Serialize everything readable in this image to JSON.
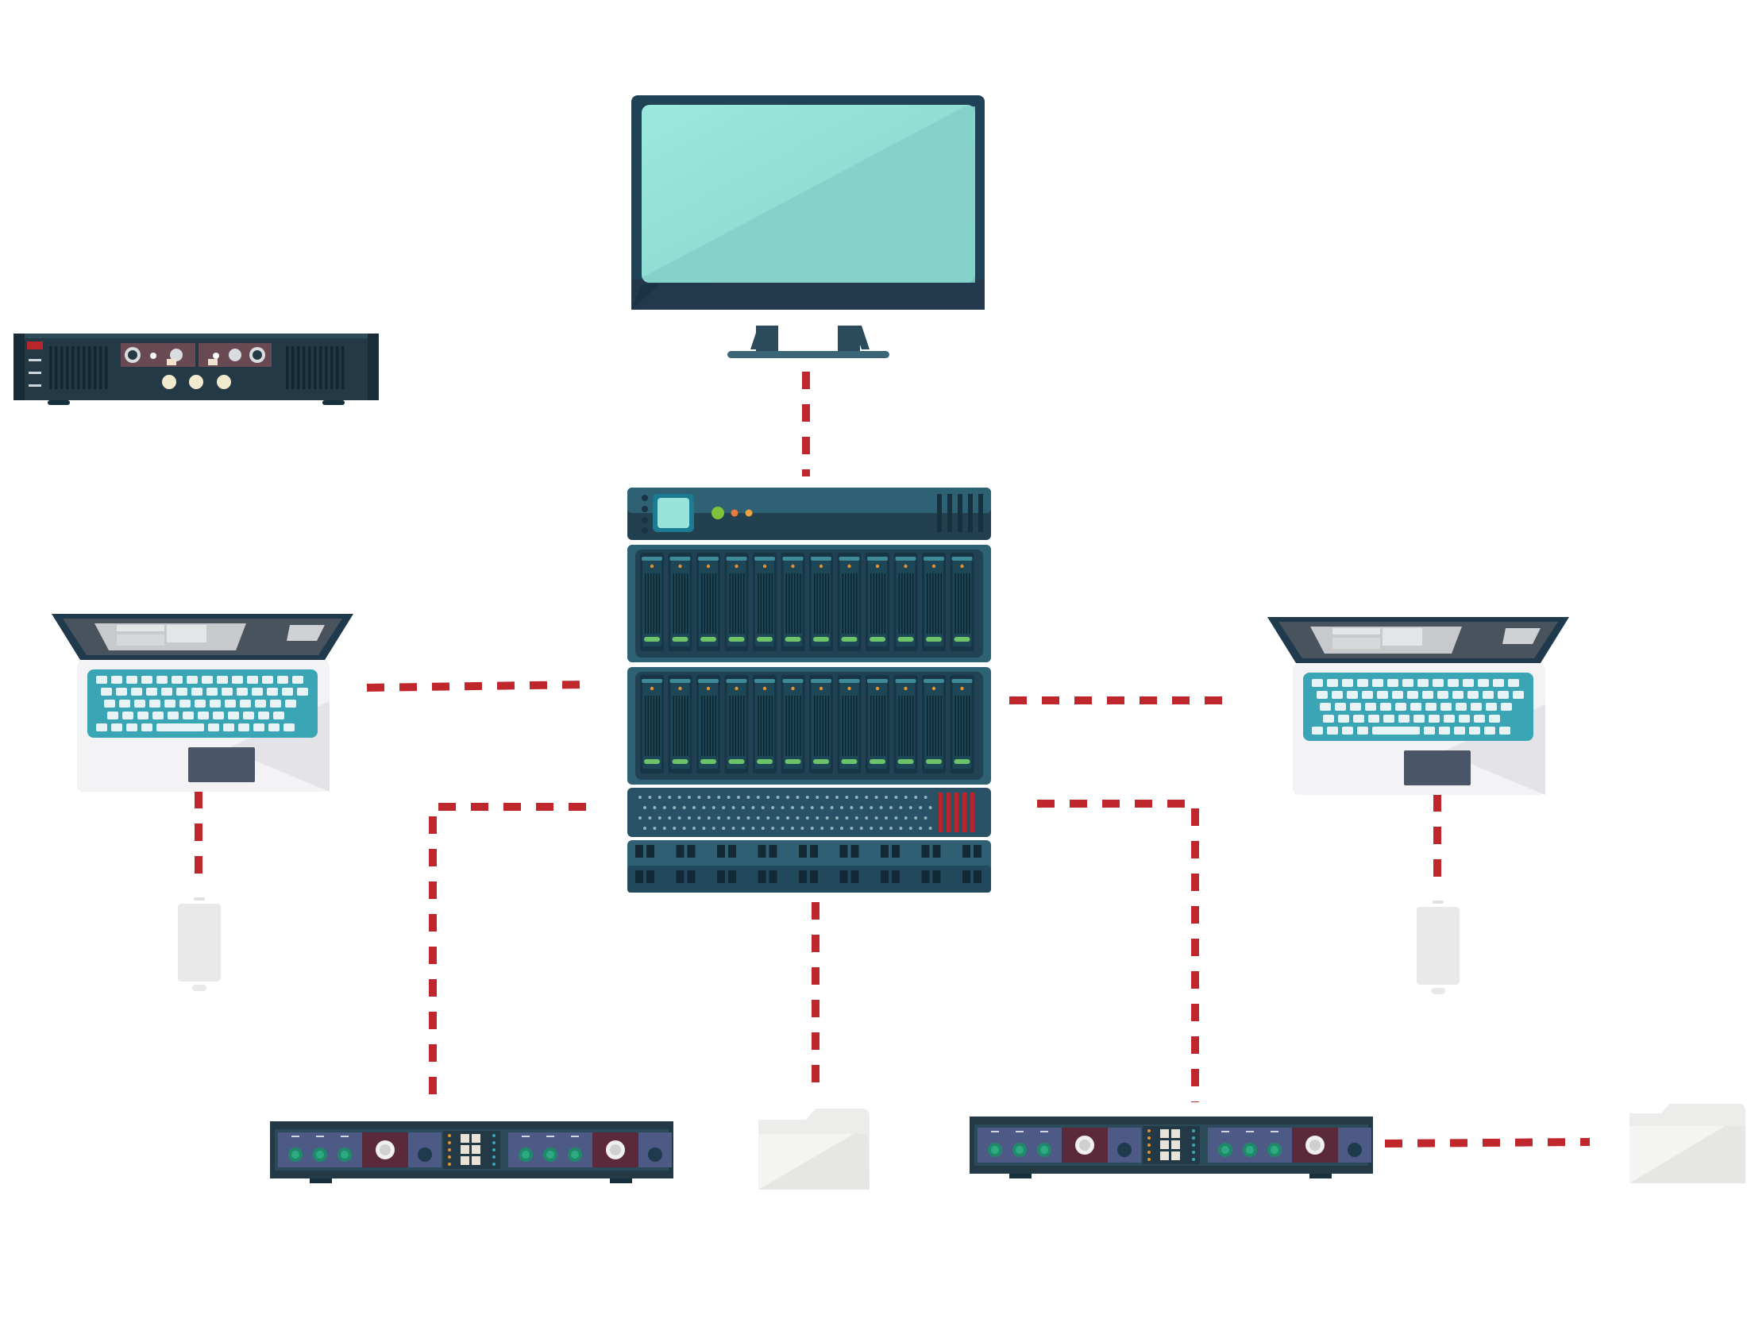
{
  "diagram": {
    "description_label": "",
    "colors": {
      "background": "#ffffff",
      "link": "#c0272d",
      "rack_dark": "#2a4a5e",
      "rack_mid": "#3b6d80",
      "rack_panel": "#1f3a4a",
      "screen": "#99e6dc",
      "screen_shadow": "#84cfc9",
      "bezel": "#1d3a4c",
      "laptop_body": "#f0f0f2",
      "laptop_keys_bg": "#3aa5b5",
      "laptop_key": "#e7f3f5",
      "touchpad": "#4b5568",
      "amp_body": "#233a46",
      "mixer_panel": "#4d5a86",
      "knob_green": "#1e8a6a",
      "knob_cream": "#f3e9cf",
      "plum": "#5a2a3a",
      "folder": "#efefee",
      "accent_red": "#b8262c",
      "led_green": "#7fc23a",
      "led_orange": "#e87a3c"
    },
    "nodes": [
      {
        "id": "monitor",
        "icon": "desktop-monitor-icon"
      },
      {
        "id": "server-rack",
        "icon": "server-rack-icon"
      },
      {
        "id": "power-amplifier",
        "icon": "power-amplifier-icon"
      },
      {
        "id": "laptop-left",
        "icon": "laptop-icon"
      },
      {
        "id": "laptop-right",
        "icon": "laptop-icon"
      },
      {
        "id": "phone-left",
        "icon": "mobile-phone-icon"
      },
      {
        "id": "phone-right",
        "icon": "mobile-phone-icon"
      },
      {
        "id": "preamp-left",
        "icon": "audio-preamp-icon"
      },
      {
        "id": "preamp-right",
        "icon": "audio-preamp-icon"
      },
      {
        "id": "folder-center",
        "icon": "folder-icon"
      },
      {
        "id": "folder-right",
        "icon": "folder-icon"
      }
    ],
    "links": [
      {
        "from": "monitor",
        "to": "server-rack",
        "style": "dashed"
      },
      {
        "from": "laptop-left",
        "to": "server-rack",
        "style": "dashed"
      },
      {
        "from": "server-rack",
        "to": "laptop-right",
        "style": "dashed"
      },
      {
        "from": "laptop-left",
        "to": "phone-left",
        "style": "dashed"
      },
      {
        "from": "laptop-right",
        "to": "phone-right",
        "style": "dashed"
      },
      {
        "from": "server-rack",
        "to": "preamp-left",
        "style": "dashed"
      },
      {
        "from": "server-rack",
        "to": "folder-center",
        "style": "dashed"
      },
      {
        "from": "server-rack",
        "to": "preamp-right",
        "style": "dashed"
      },
      {
        "from": "preamp-right",
        "to": "folder-right",
        "style": "dashed"
      }
    ]
  }
}
